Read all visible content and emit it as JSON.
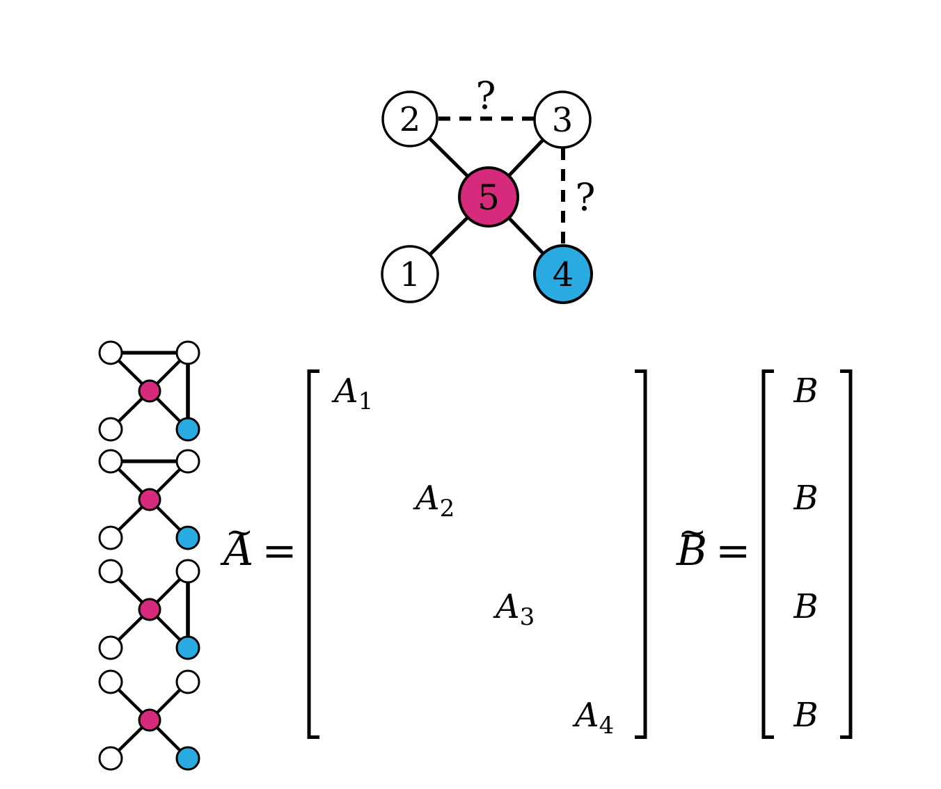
{
  "colors": {
    "magenta": "#d62a7d",
    "blue": "#29abe2",
    "white": "#ffffff",
    "black": "#000000"
  },
  "main_graph": {
    "nodes": [
      {
        "id": 1,
        "label": "1",
        "fill": "white"
      },
      {
        "id": 2,
        "label": "2",
        "fill": "white"
      },
      {
        "id": 3,
        "label": "3",
        "fill": "white"
      },
      {
        "id": 4,
        "label": "4",
        "fill": "blue"
      },
      {
        "id": 5,
        "label": "5",
        "fill": "magenta"
      }
    ],
    "solid_edges": [
      "5-1",
      "5-2",
      "5-3",
      "5-4"
    ],
    "dashed_edges": [
      {
        "edge": "2-3",
        "label": "?"
      },
      {
        "edge": "3-4",
        "label": "?"
      }
    ]
  },
  "variants": [
    {
      "index": 1,
      "edges": "5-1, 5-2, 5-3, 5-4, 2-3, 3-4"
    },
    {
      "index": 2,
      "edges": "5-1, 5-2, 5-3, 5-4, 2-3"
    },
    {
      "index": 3,
      "edges": "5-1, 5-2, 5-3, 5-4, 3-4"
    },
    {
      "index": 4,
      "edges": "5-1, 5-2, 5-3, 5-4"
    }
  ],
  "equation_A": {
    "accent": "~",
    "symbol": "A",
    "equals": "="
  },
  "matrix_A": {
    "entries": [
      {
        "base": "A",
        "sub": "1"
      },
      {
        "base": "A",
        "sub": "2"
      },
      {
        "base": "A",
        "sub": "3"
      },
      {
        "base": "A",
        "sub": "4"
      }
    ]
  },
  "equation_B": {
    "accent": "~",
    "symbol": "B",
    "equals": "="
  },
  "vector_B": {
    "entries": [
      "B",
      "B",
      "B",
      "B"
    ]
  }
}
